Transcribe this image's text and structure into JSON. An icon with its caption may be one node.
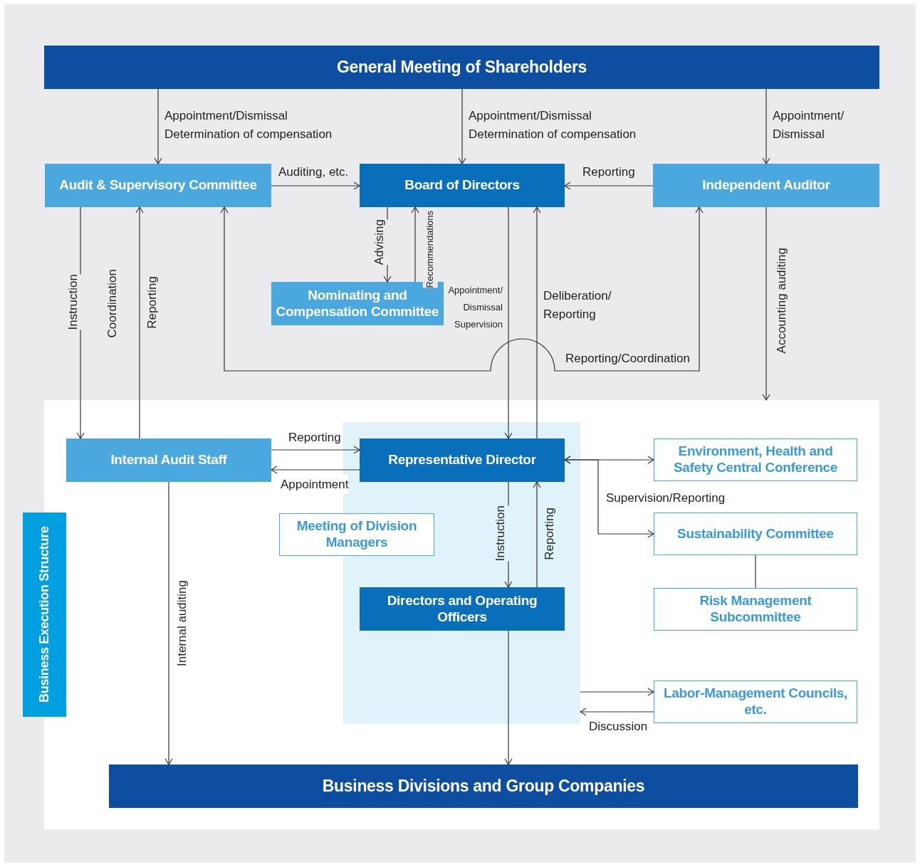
{
  "diagram": {
    "nodes": [
      {
        "text": [
          "General Meeting of Shareholders"
        ]
      },
      {
        "text": [
          "Audit & Supervisory Committee"
        ]
      },
      {
        "text": [
          "Board of Directors"
        ]
      },
      {
        "text": [
          "Independent Auditor"
        ]
      },
      {
        "text": [
          "Nominating and Compensation Committee"
        ]
      },
      {
        "text": [
          "Business Execution Structure"
        ]
      },
      {
        "text": [
          "Internal Audit Staff"
        ],
        "in": 5
      },
      {
        "text": [],
        "shape": "box",
        "in": 5
      },
      {
        "text": [
          "Representative Director"
        ],
        "in": 7
      },
      {
        "text": [
          "Environment, Health and Safety Central Conference"
        ],
        "in": 5
      },
      {
        "text": [
          "Meeting of Division Managers"
        ],
        "in": 5
      },
      {
        "text": [
          "Sustainability Committee"
        ],
        "in": 5
      },
      {
        "text": [
          "Directors and Operating Officers"
        ],
        "in": 7
      },
      {
        "text": [
          "Risk Management Subcommittee"
        ],
        "in": 5
      },
      {
        "text": [
          "Labor-Management Councils, etc."
        ],
        "in": 5
      },
      {
        "text": [
          "Business Divisions and Group Companies"
        ],
        "in": 5
      }
    ],
    "edges": [
      {
        "from": 0,
        "to": 1,
        "arrow": "to",
        "label": "Appointment/Dismissal Determination of compensation"
      },
      {
        "from": 0,
        "to": 2,
        "arrow": "to",
        "label": "Appointment/Dismissal Determination of compensation"
      },
      {
        "from": 0,
        "to": 3,
        "arrow": "to",
        "label": "Appointment/ Dismissal"
      },
      {
        "from": 1,
        "to": 2,
        "arrow": "to",
        "label": "Auditing, etc."
      },
      {
        "from": 3,
        "to": 2,
        "arrow": "to",
        "label": "Reporting"
      },
      {
        "from": 2,
        "to": 4,
        "arrow": "to",
        "label": "Advising"
      },
      {
        "from": 4,
        "to": 2,
        "arrow": "to",
        "label": "Recommendations"
      },
      {
        "from": 2,
        "to": 8,
        "arrow": "to",
        "label": "Appointment/ Dismissal Supervision"
      },
      {
        "from": 8,
        "to": 2,
        "arrow": "to",
        "label": "Deliberation/ Reporting"
      },
      {
        "from": 1,
        "to": 3,
        "arrow": "both",
        "label": "Reporting/Coordination"
      },
      {
        "from": 3,
        "to": 5,
        "arrow": "to",
        "label": "Accounting auditing"
      },
      {
        "from": 1,
        "to": 6,
        "arrow": "to",
        "label": "Instruction"
      },
      {
        "from": 6,
        "to": 1,
        "arrow": "to",
        "label": "Reporting"
      },
      {
        "from": 6,
        "to": 8,
        "arrow": "to",
        "label": "Reporting"
      },
      {
        "from": 8,
        "to": 6,
        "arrow": "to",
        "label": "Appointment"
      },
      {
        "from": 6,
        "to": 15,
        "arrow": "to",
        "label": "Internal auditing"
      },
      {
        "from": 8,
        "to": 9,
        "arrow": "both"
      },
      {
        "from": 8,
        "to": 11,
        "arrow": "both",
        "label": "Supervision/Reporting"
      },
      {
        "from": 11,
        "to": 13,
        "arrow": "none"
      },
      {
        "from": 8,
        "to": 12,
        "arrow": "to",
        "label": "Instruction"
      },
      {
        "from": 12,
        "to": 8,
        "arrow": "to",
        "label": "Reporting"
      },
      {
        "from": 12,
        "to": 15,
        "arrow": "to"
      },
      {
        "from": 7,
        "to": 14,
        "arrow": "to"
      },
      {
        "from": 14,
        "to": 7,
        "arrow": "to",
        "label": "Discussion"
      }
    ],
    "labels": [
      "Coordination"
    ]
  }
}
